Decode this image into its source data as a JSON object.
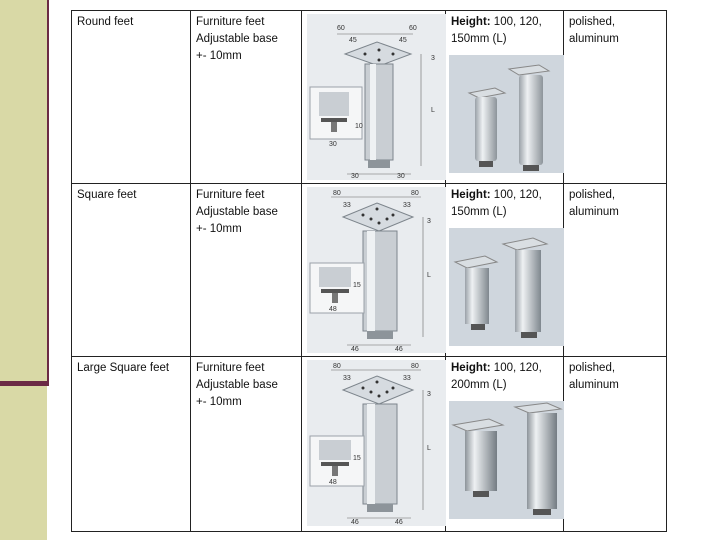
{
  "rows": [
    {
      "type": "Round feet",
      "desc": [
        "Furniture feet",
        "Adjustable base",
        "+- 10mm"
      ],
      "height_label": "Height:",
      "height_value": " 100, 120, 150mm (L)",
      "finish": "polished, aluminum",
      "dims": {
        "top_left": "60",
        "top_right": "60",
        "inner_left": "45",
        "inner_right": "45",
        "side_top": "3",
        "side_l": "L",
        "side_adj": "10",
        "inset_w": "30",
        "bottom_left": "30",
        "bottom_right": "30"
      },
      "shape": "round"
    },
    {
      "type": "Square feet",
      "desc": [
        "Furniture feet",
        "Adjustable base",
        "+- 10mm"
      ],
      "height_label": "Height:",
      "height_value": " 100, 120, 150mm (L)",
      "finish": "polished, aluminum",
      "dims": {
        "top_left": "80",
        "top_right": "80",
        "inner_left": "33",
        "inner_right": "33",
        "side_top": "3",
        "side_l": "L",
        "side_adj": "15",
        "inset_w": "48",
        "bottom_left": "46",
        "bottom_right": "46"
      },
      "shape": "square"
    },
    {
      "type": "Large Square feet",
      "desc": [
        "Furniture feet",
        "Adjustable base",
        "+- 10mm"
      ],
      "height_label": "Height:",
      "height_value": " 100, 120, 200mm (L)",
      "finish": "polished, aluminum",
      "dims": {
        "top_left": "80",
        "top_right": "80",
        "inner_left": "33",
        "inner_right": "33",
        "side_top": "3",
        "side_l": "L",
        "side_adj": "15",
        "inset_w": "48",
        "bottom_left": "46",
        "bottom_right": "46"
      },
      "shape": "square"
    }
  ],
  "colors": {
    "accent_bar": "#d9d9a6",
    "accent_line": "#6b2a45",
    "metal_light": "#e4e7ea",
    "metal_dark": "#9aa1a8",
    "photo_bg": "#cfd6dd"
  }
}
